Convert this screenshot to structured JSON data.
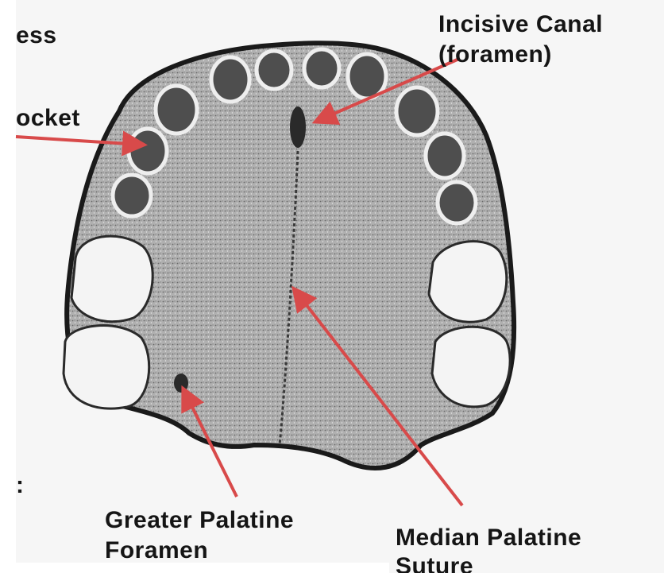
{
  "labels": {
    "top_left_fragment": "ess",
    "socket_fragment": "ocket",
    "incisive_line1": "Incisive Canal",
    "incisive_line2": "(foramen)",
    "greater_line1": "Greater Palatine",
    "greater_line2": "Foramen",
    "median_line1": "Median Palatine",
    "median_line2": "Suture",
    "left_edge_fragment": ":"
  },
  "colors": {
    "arrow": "#d84a4a",
    "bone": "#a9a9a9",
    "text": "#151515",
    "background": "#f6f6f6"
  }
}
